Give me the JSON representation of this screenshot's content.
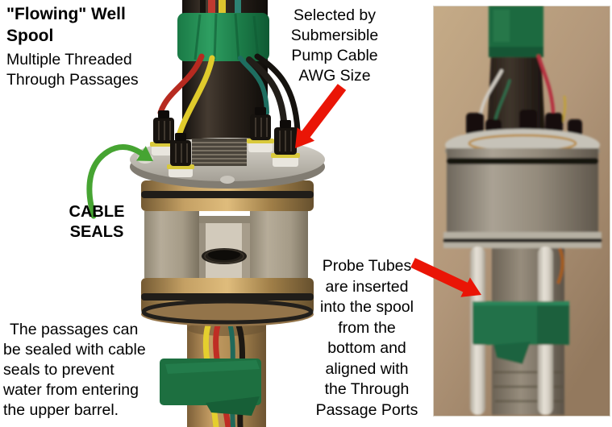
{
  "texts": {
    "title": "\"Flowing\" Well\nSpool",
    "subtitle": "Multiple Threaded\nThrough Passages",
    "awg_callout": "Selected by\nSubmersible\nPump Cable\nAWG Size",
    "cable_seals_label": "CABLE\nSEALS",
    "passages_note": "The passages can\nbe sealed with cable\nseals to prevent\nwater from entering\nthe upper barrel.",
    "probe_tubes_note": "Probe Tubes\nare inserted\ninto the spool\nfrom the\nbottom and\naligned with\nthe Through\nPassage Ports"
  },
  "colors": {
    "text": "#000000",
    "page_background": "#ffffff",
    "arrow_red": "#ea1506",
    "arrow_green": "#46a432",
    "tape_green": "#1d7c48",
    "right_photo_wall": "#b2977a"
  }
}
